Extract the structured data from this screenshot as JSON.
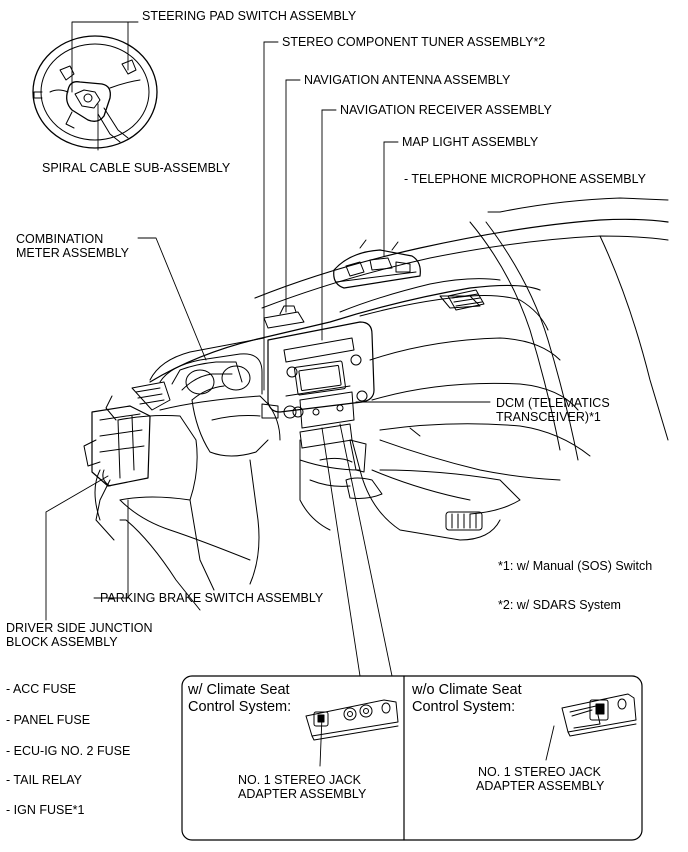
{
  "labels": {
    "steering_pad_switch": "STEERING PAD SWITCH ASSEMBLY",
    "stereo_component_tuner": "STEREO COMPONENT TUNER ASSEMBLY*2",
    "navigation_antenna": "NAVIGATION ANTENNA ASSEMBLY",
    "navigation_receiver": "NAVIGATION RECEIVER ASSEMBLY",
    "map_light": "MAP LIGHT ASSEMBLY",
    "telephone_microphone": "- TELEPHONE MICROPHONE ASSEMBLY",
    "spiral_cable": "SPIRAL CABLE SUB-ASSEMBLY",
    "combination_meter_line1": "COMBINATION",
    "combination_meter_line2": "METER ASSEMBLY",
    "dcm_line1": "DCM (TELEMATICS",
    "dcm_line2": "TRANSCEIVER)*1",
    "parking_brake_switch": "PARKING BRAKE SWITCH ASSEMBLY",
    "driver_side_jb_line1": "DRIVER SIDE JUNCTION",
    "driver_side_jb_line2": "BLOCK ASSEMBLY"
  },
  "footnotes": {
    "note1": "*1: w/ Manual (SOS) Switch",
    "note2": "*2: w/ SDARS System"
  },
  "fuse_list": [
    "- ACC FUSE",
    "- PANEL FUSE",
    "- ECU-IG NO. 2 FUSE",
    "- TAIL RELAY",
    "- IGN FUSE*1"
  ],
  "inset": {
    "left_title_line1": "w/ Climate Seat",
    "left_title_line2": "Control System:",
    "left_part_line1": "NO. 1 STEREO JACK",
    "left_part_line2": "ADAPTER ASSEMBLY",
    "right_title_line1": "w/o Climate Seat",
    "right_title_line2": "Control System:",
    "right_part_line1": "NO. 1 STEREO JACK",
    "right_part_line2": "ADAPTER ASSEMBLY"
  }
}
